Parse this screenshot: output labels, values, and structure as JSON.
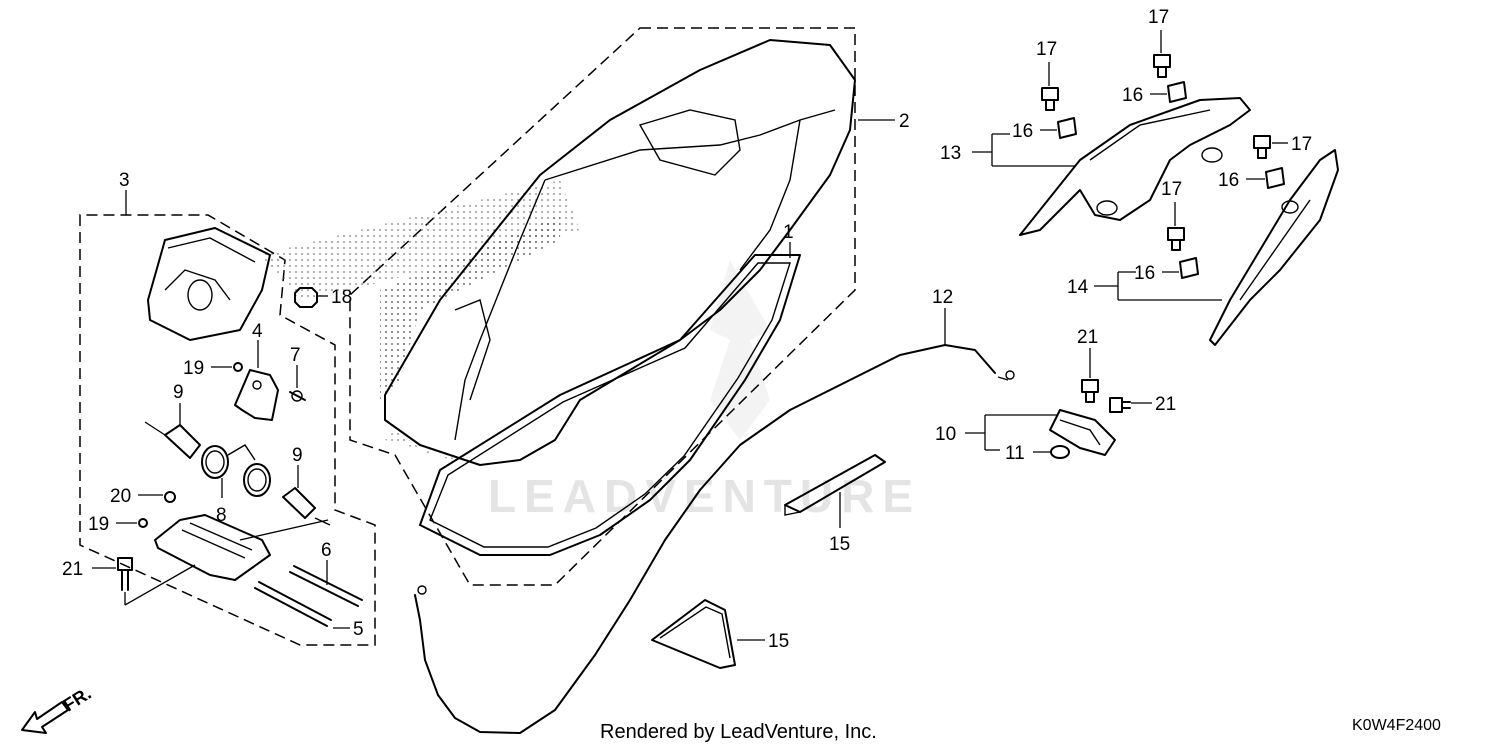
{
  "watermark": "LEADVENTURE",
  "footer": {
    "rendered_by": "Rendered by LeadVenture, Inc.",
    "diagram_code": "K0W4F2400",
    "front_arrow": "FR."
  },
  "callouts": {
    "c1": "1",
    "c2": "2",
    "c3": "3",
    "c4": "4",
    "c5": "5",
    "c6": "6",
    "c7": "7",
    "c8": "8",
    "c9a": "9",
    "c9b": "9",
    "c10": "10",
    "c11": "11",
    "c12": "12",
    "c13": "13",
    "c14": "14",
    "c15a": "15",
    "c15b": "15",
    "c16a": "16",
    "c16b": "16",
    "c16c": "16",
    "c16d": "16",
    "c17a": "17",
    "c17b": "17",
    "c17c": "17",
    "c17d": "17",
    "c18": "18",
    "c19a": "19",
    "c19b": "19",
    "c20": "20",
    "c21a": "21",
    "c21b": "21",
    "c21c": "21"
  }
}
